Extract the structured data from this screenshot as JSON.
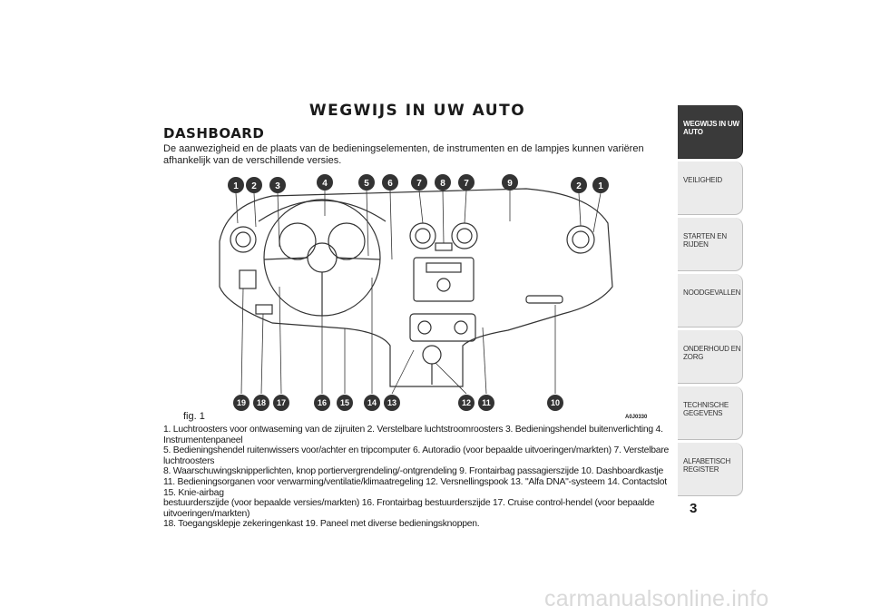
{
  "chapter_title": "WEGWIJS IN UW AUTO",
  "section_title": "DASHBOARD",
  "intro": "De aanwezigheid en de plaats van de bedieningselementen, de instrumenten en de lampjes kunnen variëren afhankelijk van de verschillende versies.",
  "figure": {
    "label": "fig. 1",
    "code": "A0J0330",
    "callouts_top": [
      "1",
      "2",
      "3",
      "4",
      "5",
      "6",
      "7",
      "8",
      "7",
      "9",
      "2",
      "1"
    ],
    "callouts_bottom": [
      "19",
      "18",
      "17",
      "16",
      "15",
      "14",
      "13",
      "12",
      "11",
      "10"
    ]
  },
  "caption": [
    "1. Luchtroosters voor ontwaseming van de zijruiten 2. Verstelbare luchtstroomroosters 3. Bedieningshendel buitenverlichting 4. Instrumentenpaneel",
    "5. Bedieningshendel ruitenwissers voor/achter en tripcomputer 6. Autoradio (voor bepaalde uitvoeringen/markten) 7. Verstelbare luchtroosters",
    "8. Waarschuwingsknipperlichten, knop portiervergrendeling/-ontgrendeling 9. Frontairbag passagierszijde 10. Dashboardkastje",
    "11. Bedieningsorganen voor verwarming/ventilatie/klimaatregeling 12. Versnellingspook 13. \"Alfa DNA\"-systeem 14. Contactslot 15. Knie-airbag",
    "bestuurderszijde (voor bepaalde versies/markten) 16. Frontairbag bestuurderszijde 17. Cruise control-hendel (voor bepaalde uitvoeringen/markten)",
    "18. Toegangsklepje zekeringenkast 19. Paneel met diverse bedieningsknoppen."
  ],
  "sidebar": {
    "tabs": [
      {
        "label": "WEGWIJS IN UW AUTO",
        "active": true
      },
      {
        "label": "VEILIGHEID"
      },
      {
        "label": "STARTEN EN RIJDEN"
      },
      {
        "label": "NOODGEVALLEN"
      },
      {
        "label": "ONDERHOUD EN ZORG"
      },
      {
        "label": "TECHNISCHE GEGEVENS"
      },
      {
        "label": "ALFABETISCH REGISTER"
      }
    ]
  },
  "page_number": "3",
  "watermark": "carmanualsonline.info"
}
